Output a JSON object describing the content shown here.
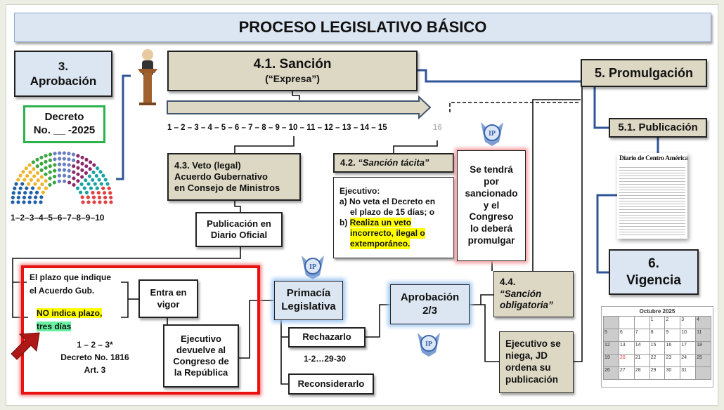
{
  "title": "PROCESO LEGISLATIVO BÁSICO",
  "aprobacion": {
    "number": "3.",
    "label": "Aprobación"
  },
  "decreto": {
    "line1": "Decreto",
    "line2": "No. __ -2025"
  },
  "parliament_days": "1–2–3–4–5–6–7–8–9–10",
  "sancion": {
    "title": "4.1. Sanción",
    "subtitle": "(“Expresa”)"
  },
  "days_line": "1 – 2 – 3 – 4 – 5 – 6 – 7 – 8 – 9 – 10 – 11 – 12 – 13 – 14 – 15",
  "day16": "16",
  "veto": {
    "line1": "4.3. Veto (legal)",
    "line2": "Acuerdo Gubernativo",
    "line3": "en Consejo de Ministros"
  },
  "publicacion_diario": {
    "line1": "Publicación en",
    "line2": "Diario Oficial"
  },
  "tacita": {
    "prefix": "4.2. ",
    "title": "“Sanción tácita”"
  },
  "ejecutivo_list": {
    "heading": "Ejecutivo:",
    "a_label": "a)",
    "a_text1": "No veta el Decreto en",
    "a_text2": "el plazo de 15 días; o",
    "b_label": "b)",
    "b_text1": "Realiza un veto",
    "b_text2": "incorrecto, ilegal o",
    "b_text3": "extemporáneo."
  },
  "se_tendra": [
    "Se tendrá",
    "por",
    "sancionado",
    "y el",
    "Congreso",
    "lo deberá",
    "promulgar"
  ],
  "promulgacion": "5. Promulgación",
  "publicacion": "5.1. Publicación",
  "newspaper": "Diario de Centro América",
  "vigencia": {
    "number": "6.",
    "label": "Vigencia"
  },
  "calendar": {
    "title": "Octubre 2025",
    "days": [
      "1",
      "2",
      "3",
      "4",
      "5",
      "6",
      "7",
      "8",
      "9",
      "10",
      "11",
      "12",
      "13",
      "14",
      "15",
      "16",
      "17",
      "18",
      "19",
      "20",
      "21",
      "22",
      "23",
      "24",
      "25",
      "26",
      "27",
      "28",
      "29",
      "30",
      "31"
    ]
  },
  "plazo": {
    "line1": "El plazo que indique",
    "line2": "el Acuerdo Gub.",
    "no_indica": "NO indica plazo,",
    "tres_dias": "tres días",
    "count": "1 – 2 – 3*",
    "decreto": "Decreto No. 1816",
    "articulo": "Art. 3"
  },
  "entra_vigor": {
    "line1": "Entra en",
    "line2": "vigor"
  },
  "devuelve": [
    "Ejecutivo",
    "devuelve al",
    "Congreso de",
    "la República"
  ],
  "primacia": {
    "line1": "Primacía",
    "line2": "Legislativa"
  },
  "rechazarlo": "Rechazarlo",
  "rechazo_days": "1-2…29-30",
  "reconsiderarlo": "Reconsiderarlo",
  "aprobacion_23": {
    "line1": "Aprobación",
    "line2": "2/3"
  },
  "obligatoria": {
    "line1": "4.4.",
    "line2": "“Sanción",
    "line3": "obligatoria”"
  },
  "se_niega": [
    "Ejecutivo se",
    "niega, JD",
    "ordena su",
    "publicación"
  ],
  "colors": {
    "blue_box": "#dce6f2",
    "tan_box": "#ddd8c4",
    "connector_blue": "#2f5597",
    "red_frame": "#e81010",
    "highlight_yellow": "#ffff00",
    "highlight_green": "#66f0a0"
  }
}
